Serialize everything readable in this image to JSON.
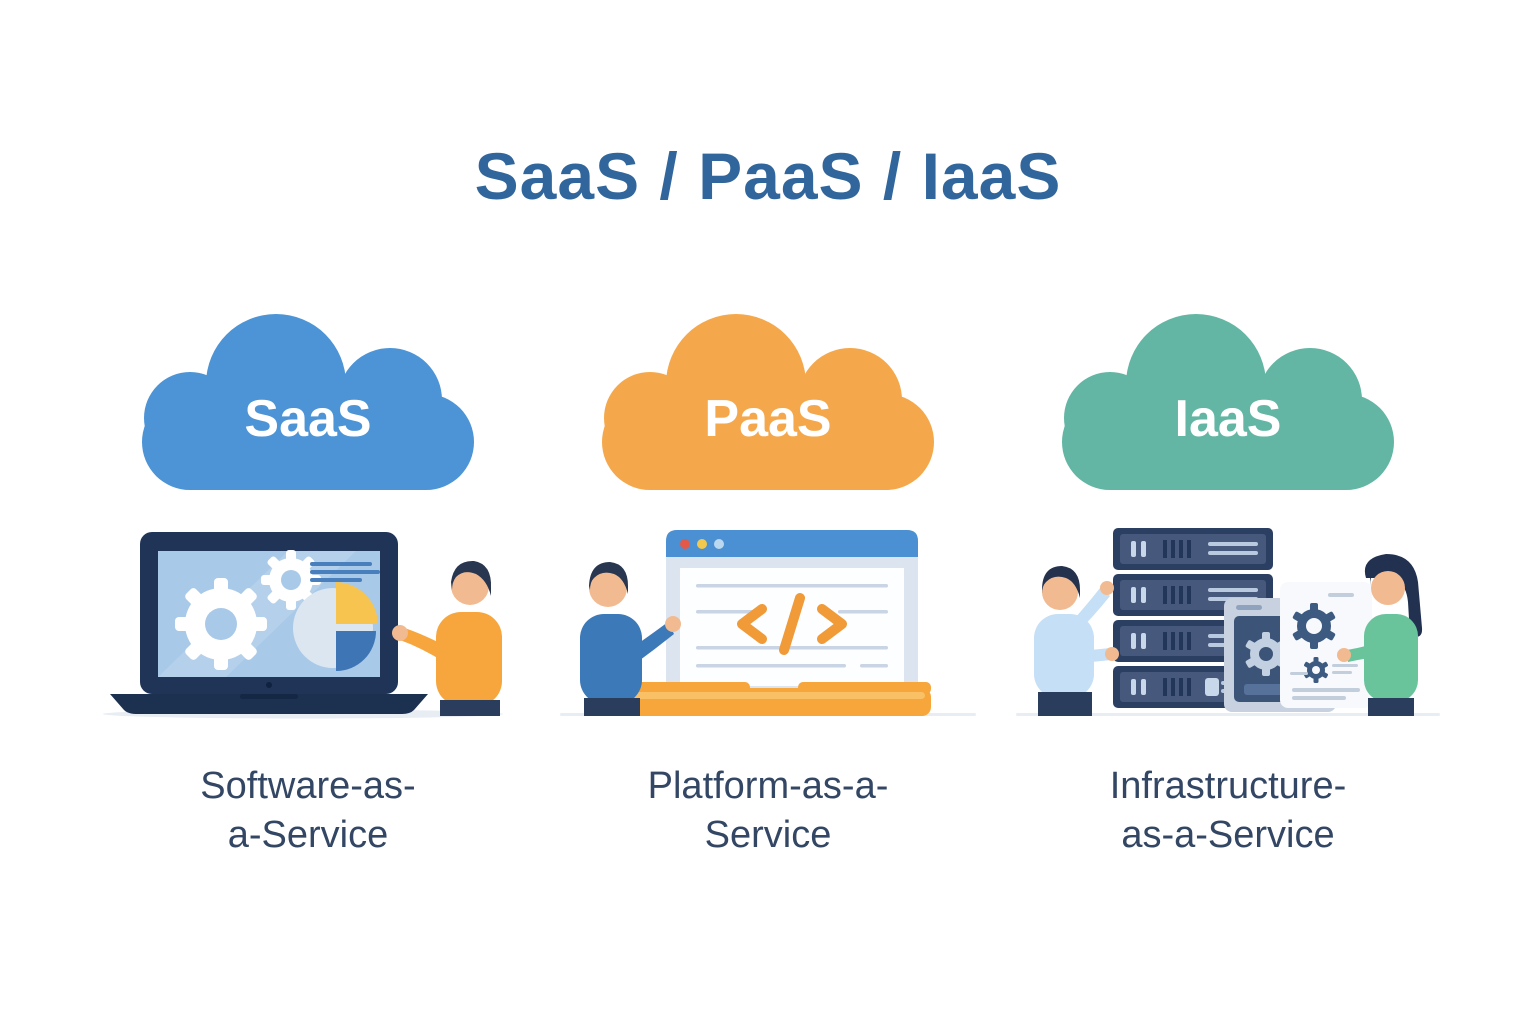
{
  "title": {
    "text": "SaaS / PaaS / IaaS",
    "color": "#31669C"
  },
  "caption_color": "#334764",
  "background_color": "#FFFFFF",
  "sections": [
    {
      "id": "saas",
      "cloud": {
        "label": "SaaS",
        "color": "#4C94D6",
        "label_color": "#FFFFFF"
      },
      "caption": {
        "line1": "Software-as-",
        "line2": "a-Service"
      },
      "illustration": "person-presenting-laptop-with-gears-and-pie-chart",
      "illustration_colors": {
        "laptop": "#203457",
        "screen": "#A9C9E8",
        "gears": "#FFFFFF",
        "pie_yellow": "#F6C44F",
        "pie_blue": "#3E75B4",
        "person_shirt": "#F7A63E"
      }
    },
    {
      "id": "paas",
      "cloud": {
        "label": "PaaS",
        "color": "#F5A84B",
        "label_color": "#FFFFFF"
      },
      "caption": {
        "line1": "Platform-as-a-",
        "line2": "Service"
      },
      "illustration": "developer-with-code-browser-window-on-platform",
      "illustration_colors": {
        "browser_bar": "#4A90D2",
        "frame": "#DCE4F0",
        "code_symbol": "#F09A38",
        "platform": "#F7A63C",
        "person_shirt": "#3C79B8"
      }
    },
    {
      "id": "iaas",
      "cloud": {
        "label": "IaaS",
        "color": "#63B6A4",
        "label_color": "#FFFFFF"
      },
      "caption": {
        "line1": "Infrastructure-",
        "line2": "as-a-Service"
      },
      "illustration": "engineers-with-server-rack-panel-and-document",
      "illustration_colors": {
        "server": "#2B3F63",
        "server_inner": "#46597D",
        "panel": "#C7D1DF",
        "document": "#F7F9FC",
        "person_left_shirt": "#C4DFF6",
        "person_right_shirt": "#69C39B"
      }
    }
  ]
}
